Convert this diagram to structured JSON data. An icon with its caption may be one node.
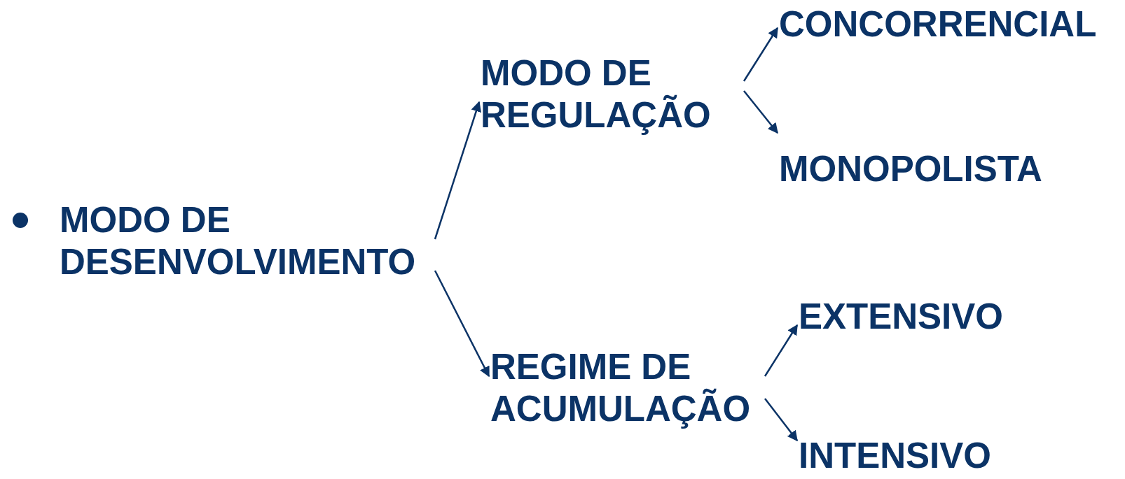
{
  "diagram": {
    "nodes": [
      {
        "text": [
          "MODO DE DESENVOLVIMENTO"
        ]
      },
      {
        "text": [
          "MODO DE REGULAÇÃO"
        ]
      },
      {
        "text": [
          "REGIME DE ACUMULAÇÃO"
        ]
      },
      {
        "text": [
          "CONCORRENCIAL"
        ]
      },
      {
        "text": [
          "MONOPOLISTA"
        ]
      },
      {
        "text": [
          "EXTENSIVO"
        ]
      },
      {
        "text": [
          "INTENSIVO"
        ]
      }
    ],
    "edges": [
      {
        "from": 0,
        "to": 1,
        "arrow": "to"
      },
      {
        "from": 0,
        "to": 2,
        "arrow": "to"
      },
      {
        "from": 1,
        "to": 3,
        "arrow": "to"
      },
      {
        "from": 1,
        "to": 4,
        "arrow": "to"
      },
      {
        "from": 2,
        "to": 5,
        "arrow": "to"
      },
      {
        "from": 2,
        "to": 6,
        "arrow": "to"
      }
    ]
  }
}
